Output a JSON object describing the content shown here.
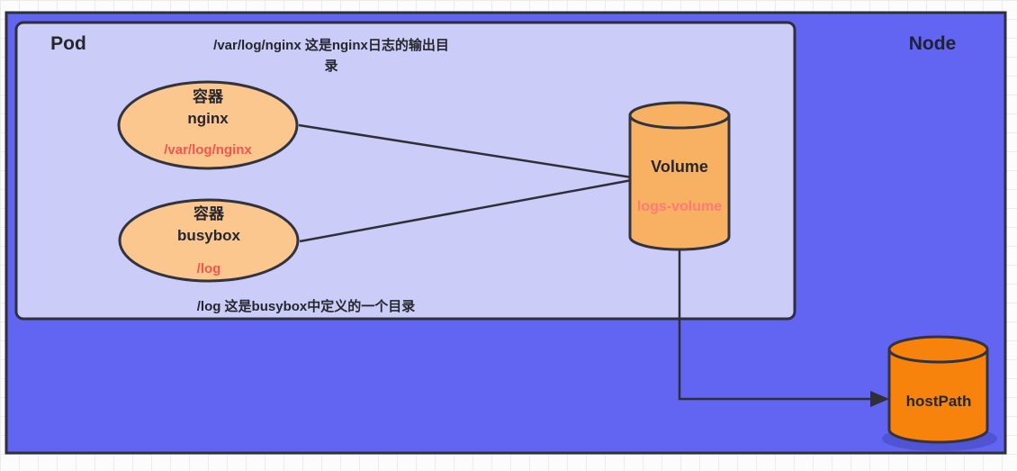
{
  "diagram": {
    "node": {
      "label": "Node"
    },
    "pod": {
      "label": "Pod"
    },
    "containers": [
      {
        "kind": "容器",
        "name": "nginx",
        "mount_path": "/var/log/nginx"
      },
      {
        "kind": "容器",
        "name": "busybox",
        "mount_path": "/log"
      }
    ],
    "volume": {
      "label": "Volume",
      "name": "logs-volume"
    },
    "host_path": {
      "label": "hostPath"
    },
    "annotations": {
      "top_line1": "/var/log/nginx 这是nginx日志的输出目",
      "top_line2": "录",
      "bottom": "/log 这是busybox中定义的一个目录"
    }
  },
  "colors": {
    "node_fill": "#6165F1",
    "node_border": "#2E2E3C",
    "pod_fill": "#CBCDF8",
    "pod_border": "#33333D",
    "container_fill": "#FBC78F",
    "volume_fill": "#F8B062",
    "hostpath_fill": "#F8830C",
    "mount_path_red": "#F2574E",
    "volume_name_pink": "#FF7B76",
    "connector": "#2F2F38",
    "label_dark": "#26262E"
  }
}
